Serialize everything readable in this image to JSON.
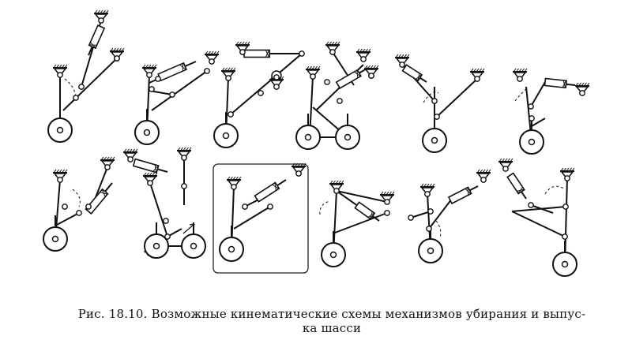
{
  "figure": {
    "caption_line1": "Рис. 18.10. Возможные кинематические схемы механизмов убирания и выпус-",
    "caption_line2": "ка шасси",
    "scheme_count": 12,
    "highlighted_scheme": 9
  }
}
